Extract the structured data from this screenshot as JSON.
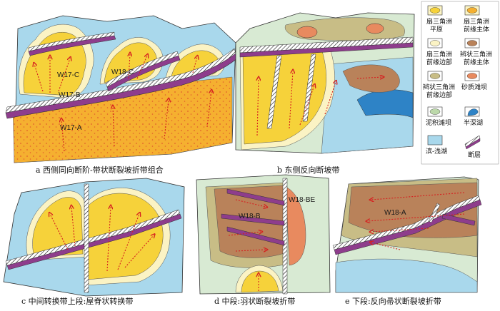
{
  "panels": {
    "a": {
      "caption": "a  西侧同向断阶-带状断裂坡折带组合",
      "labels": [
        "W17-C",
        "W18-C",
        "W17-B",
        "W17-A"
      ]
    },
    "b": {
      "caption": "b  东侧反向断坡带",
      "labels": []
    },
    "c": {
      "caption": "c  中间转换带上段:屋脊状转换带",
      "labels": []
    },
    "d": {
      "caption": "d  中段:羽状断裂坡折带",
      "labels": [
        "W18-B",
        "W18-BE"
      ]
    },
    "e": {
      "caption": "e  下段:反向帚状断裂坡折带",
      "labels": [
        "W18-A"
      ]
    }
  },
  "legend": {
    "items": [
      {
        "lines": [
          "扇三角洲",
          "平原"
        ]
      },
      {
        "lines": [
          "扇三角洲",
          "前缘主体"
        ]
      },
      {
        "lines": [
          "扇三角洲",
          "前缘边部"
        ]
      },
      {
        "lines": [
          "辫状三角洲",
          "前缘主体"
        ]
      },
      {
        "lines": [
          "辫状三角洲",
          "前缘边部"
        ]
      },
      {
        "lines": [
          "砂质滩坝"
        ]
      },
      {
        "lines": [
          "泥积滩坝"
        ]
      },
      {
        "lines": [
          "半深湖"
        ]
      },
      {
        "lines": [
          "滨-浅湖"
        ]
      },
      {
        "lines": [
          "断层"
        ]
      }
    ]
  },
  "colors": {
    "fan_plain": "#f6d23a",
    "fan_front": "#f5b030",
    "fan_edge": "#fbf3c4",
    "braid_front": "#b9825a",
    "braid_edge": "#c8bd86",
    "sand_bar": "#e88a5f",
    "mud_bar": "#bcd8aa",
    "semi_deep": "#2e83c6",
    "shallow": "#a9d8ec",
    "background": "#d8ead3",
    "fault": "#8e3d8c",
    "arrow": "#d62020"
  }
}
